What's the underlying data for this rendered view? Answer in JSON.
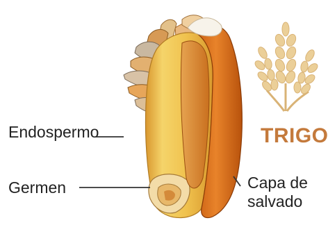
{
  "labels": {
    "endosperm": "Endospermo",
    "germ": "Germen",
    "bran_line1": "Capa de",
    "bran_line2": "salvado"
  },
  "logo": {
    "text": "TRIGO",
    "icon": "wheat-ear-icon"
  },
  "colors": {
    "bran_orange": "#d8741e",
    "endosperm_yellow": "#f2c95a",
    "logo_accent": "#c47a3c",
    "wheat_tan": "#e9cd9a",
    "text": "#222222"
  }
}
